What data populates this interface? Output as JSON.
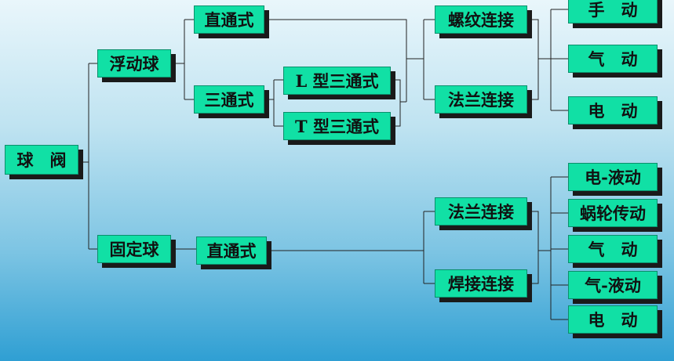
{
  "nodes": {
    "ball_valve": "球　阀",
    "floating_ball": "浮动球",
    "fixed_ball": "固定球",
    "straight_top": "直通式",
    "three_way": "三通式",
    "l_three_way": "L 型三通式",
    "t_three_way": "T 型三通式",
    "straight_bottom": "直通式",
    "thread_conn": "螺纹连接",
    "flange_top": "法兰连接",
    "flange_bottom": "法兰连接",
    "weld_conn": "焊接连接",
    "manual": "手　动",
    "pneumatic_top": "气　动",
    "electric_top": "电　动",
    "electro_hydraulic": "电-液动",
    "worm_gear": "蜗轮传动",
    "pneumatic_bottom": "气　动",
    "pneumo_hydraulic": "气-液动",
    "electric_bottom": "电　动"
  },
  "colors": {
    "box_fill": "#11e0a5",
    "box_shadow": "#1a1a1a",
    "line": "#222222"
  }
}
